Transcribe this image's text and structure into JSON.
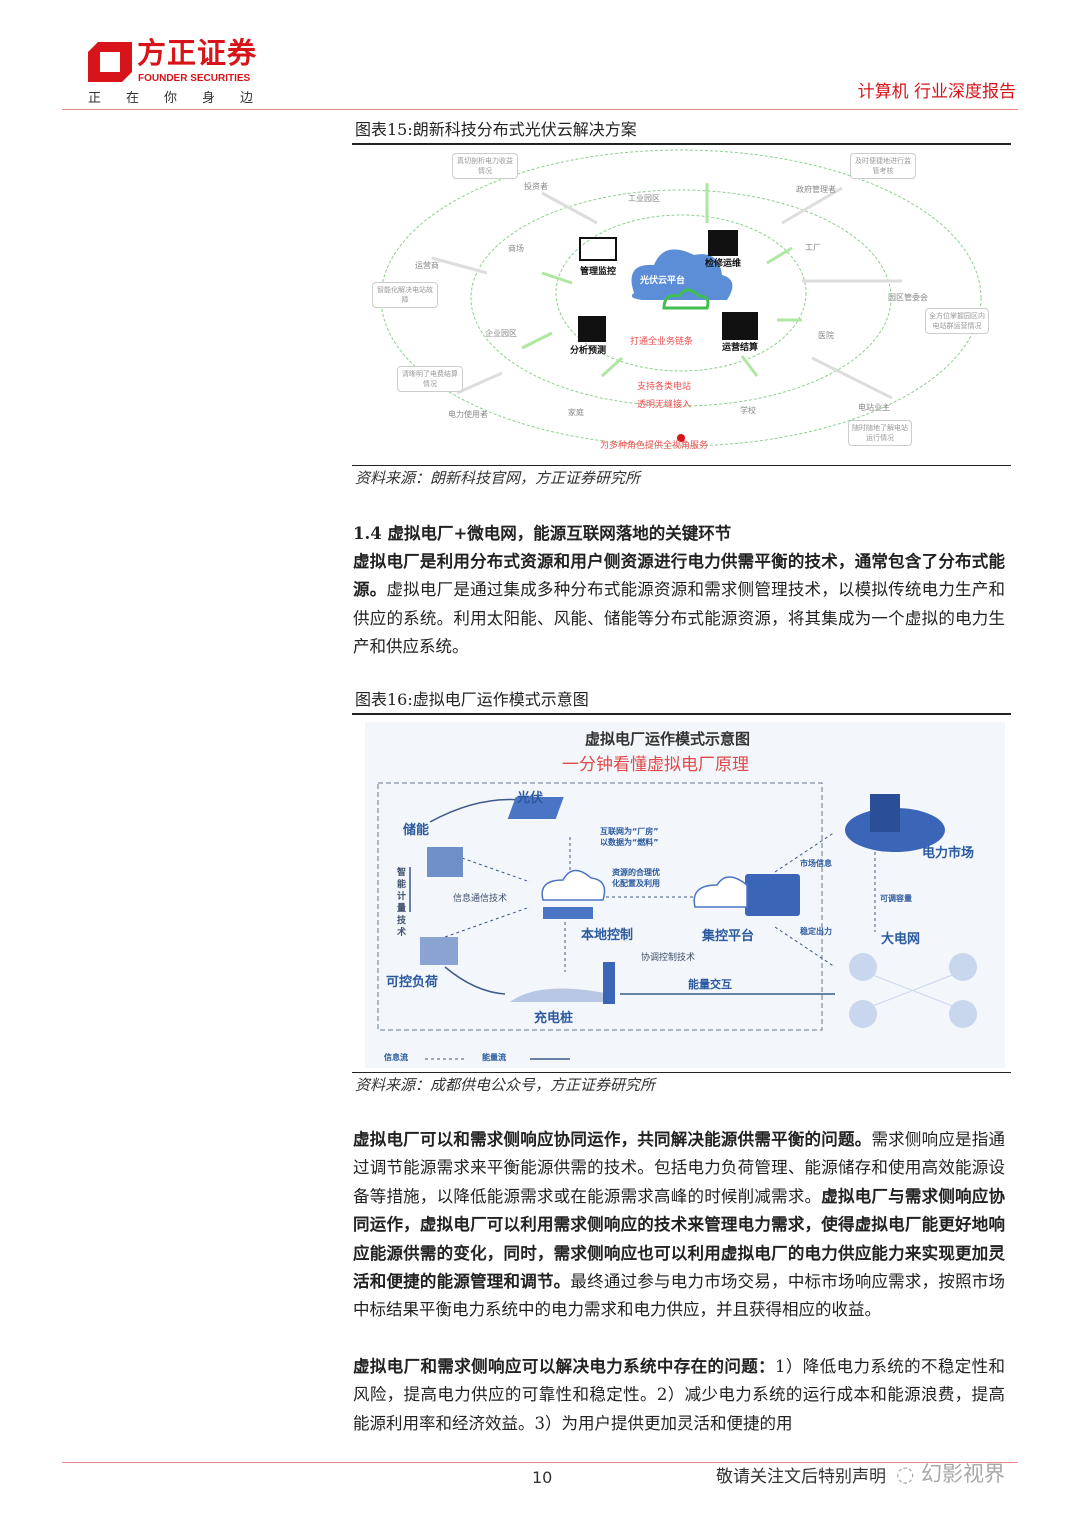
{
  "header": {
    "logo_cn": "方正证券",
    "logo_en": "FOUNDER SECURITIES",
    "slogan": "正在你身边",
    "report_type": "计算机 行业深度报告",
    "brand_color": "#d7141a"
  },
  "figure15": {
    "title": "图表15:朗新科技分布式光伏云解决方案",
    "source": "资料来源：朗新科技官网，方正证券研究所",
    "labels": [
      "真切剖析电力收益情况",
      "投资者",
      "工业园区",
      "政府管理者",
      "及时便捷地进行监管考核",
      "商场",
      "管理监控",
      "检修运维",
      "工厂",
      "运营商",
      "智能化解决电站故障",
      "光伏云平台",
      "园区管委会",
      "全方位掌握园区内电站群运营情况",
      "企业园区",
      "医院",
      "打通全业务链条",
      "分析预测",
      "运营结算",
      "清晰明了电费结算情况",
      "支持各类电站",
      "透明无缝接入",
      "电力使用者",
      "家庭",
      "学校",
      "电站业主",
      "随时随地了解电站运行情况",
      "为多种角色提供全视角服务"
    ]
  },
  "section": {
    "heading": "1.4 虚拟电厂+微电网，能源互联网落地的关键环节",
    "p1_bold": "虚拟电厂是利用分布式资源和用户侧资源进行电力供需平衡的技术，通常包含了分布式能源。",
    "p1_text": "虚拟电厂是通过集成多种分布式能源资源和需求侧管理技术，以模拟传统电力生产和供应的系统。利用太阳能、风能、储能等分布式能源资源，将其集成为一个虚拟的电力生产和供应系统。"
  },
  "figure16": {
    "title": "图表16:虚拟电厂运作模式示意图",
    "source": "资料来源：成都供电公众号，方正证券研究所",
    "diagram_title": "虚拟电厂运作模式示意图",
    "diagram_subtitle": "一分钟看懂虚拟电厂原理",
    "labels": [
      "光伏",
      "储能",
      "互联网为“厂房”",
      "以数据为“燃料”",
      "资源的合理优",
      "化配置及利用",
      "市场信息",
      "电力市场",
      "智能计量技术",
      "信息通信技术",
      "可调容量",
      "本地控制",
      "集控平台",
      "稳定出力",
      "大电网",
      "协调控制技术",
      "可控负荷",
      "能量交互",
      "充电桩"
    ],
    "legend": [
      "信息流",
      "能量流"
    ]
  },
  "body": {
    "p2_bold1": "虚拟电厂可以和需求侧响应协同运作，共同解决能源供需平衡的问题。",
    "p2_text1": "需求侧响应是指通过调节能源需求来平衡能源供需的技术。包括电力负荷管理、能源储存和使用高效能源设备等措施，以降低能源需求或在能源需求高峰的时候削减需求。",
    "p2_bold2": "虚拟电厂与需求侧响应协同运作，虚拟电厂可以利用需求侧响应的技术来管理电力需求，使得虚拟电厂能更好地响应能源供需的变化，同时，需求侧响应也可以利用虚拟电厂的电力供应能力来实现更加灵活和便捷的能源管理和调节。",
    "p2_text2": "最终通过参与电力市场交易，中标市场响应需求，按照市场中标结果平衡电力系统中的电力需求和电力供应，并且获得相应的收益。",
    "p3_bold": "虚拟电厂和需求侧响应可以解决电力系统中存在的问题：",
    "p3_text": "1）降低电力系统的不稳定性和风险，提高电力供应的可靠性和稳定性。2）减少电力系统的运行成本和能源浪费，提高能源利用率和经济效益。3）为用户提供更加灵活和便捷的用"
  },
  "footer": {
    "page_number": "10",
    "disclaimer": "敬请关注文后特别声明",
    "watermark": "幻影视界"
  }
}
